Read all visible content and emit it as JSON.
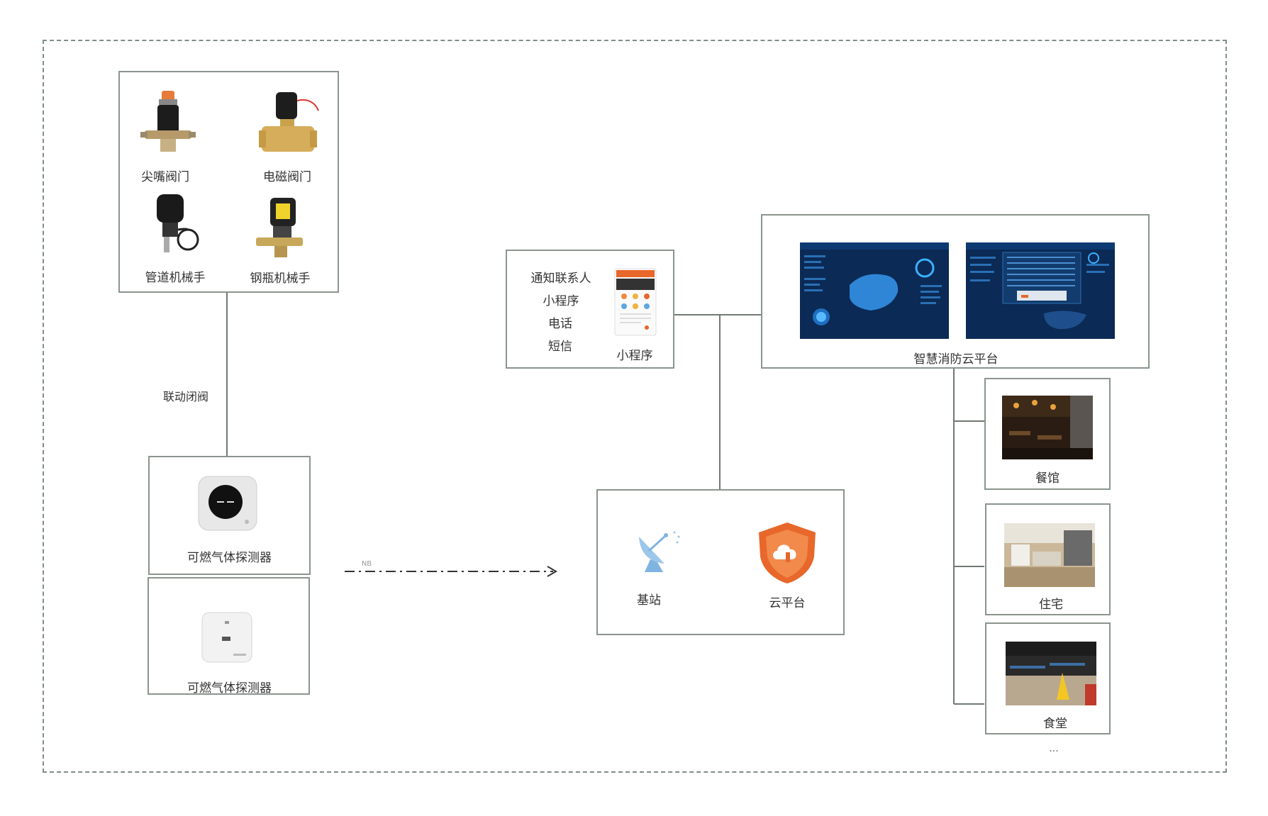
{
  "valves": {
    "pointed_valve": "尖嘴阀门",
    "solenoid_valve": "电磁阀门",
    "pipe_manipulator": "管道机械手",
    "cylinder_manipulator": "钢瓶机械手"
  },
  "link_close_valve": "联动闭阀",
  "detector_1": "可燃气体探测器",
  "detector_2": "可燃气体探测器",
  "nb_label": "NB",
  "base_station": "基站",
  "cloud_platform": "云平台",
  "notify": {
    "contacts": "通知联系人",
    "mini_program": "小程序",
    "phone": "电话",
    "sms": "短信",
    "app_label": "小程序"
  },
  "smart_platform": "智慧消防云平台",
  "scenes": {
    "restaurant": "餐馆",
    "residence": "住宅",
    "canteen": "食堂",
    "more": "..."
  },
  "colors": {
    "frame": "#7f8f84",
    "box_border": "#8a958d",
    "cloud_orange": "#e8672a",
    "satellite_blue": "#7fb4e0",
    "dashboard_bg": "#0b2a55"
  }
}
